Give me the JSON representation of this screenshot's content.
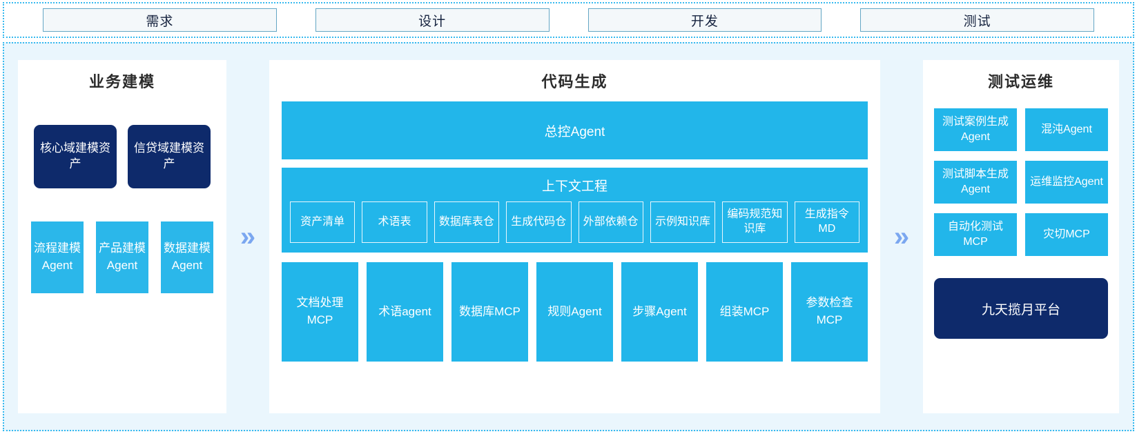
{
  "phases": [
    {
      "label": "需求"
    },
    {
      "label": "设计"
    },
    {
      "label": "开发"
    },
    {
      "label": "测试"
    }
  ],
  "separators": {
    "chevron_glyph": "»",
    "icon_name": "double-chevron-right-icon",
    "color": "#7ba7f0"
  },
  "colors": {
    "accent_blue": "#22b6ea",
    "dark_navy": "#0e2a6b",
    "frame_border": "#35b9ef",
    "frame_bg": "#eaf6fd",
    "panel_bg": "#ffffff",
    "chip_bg": "#f4f8fa",
    "chip_border": "#63a6c4"
  },
  "left_panel": {
    "title": "业务建模",
    "assets": [
      {
        "label": "核心域建模资产"
      },
      {
        "label": "信贷域建模资产"
      }
    ],
    "agents": [
      {
        "label": "流程建模Agent"
      },
      {
        "label": "产品建模Agent"
      },
      {
        "label": "数据建模Agent"
      }
    ]
  },
  "center_panel": {
    "title": "代码生成",
    "master_agent": "总控Agent",
    "context": {
      "title": "上下文工程",
      "items": [
        {
          "label": "资产清单"
        },
        {
          "label": "术语表"
        },
        {
          "label": "数据库表仓"
        },
        {
          "label": "生成代码仓"
        },
        {
          "label": "外部依赖仓"
        },
        {
          "label": "示例知识库"
        },
        {
          "label": "编码规范知识库"
        },
        {
          "label": "生成指令MD"
        }
      ]
    },
    "tools": [
      {
        "label": "文档处理MCP"
      },
      {
        "label": "术语agent"
      },
      {
        "label": "数据库MCP"
      },
      {
        "label": "规则Agent"
      },
      {
        "label": "步骤Agent"
      },
      {
        "label": "组装MCP"
      },
      {
        "label": "参数检查MCP"
      }
    ]
  },
  "right_panel": {
    "title": "测试运维",
    "cards": [
      {
        "label": "测试案例生成Agent"
      },
      {
        "label": "混沌Agent"
      },
      {
        "label": "测试脚本生成Agent"
      },
      {
        "label": "运维监控Agent"
      },
      {
        "label": "自动化测试MCP"
      },
      {
        "label": "灾切MCP"
      }
    ],
    "platform": "九天揽月平台"
  }
}
